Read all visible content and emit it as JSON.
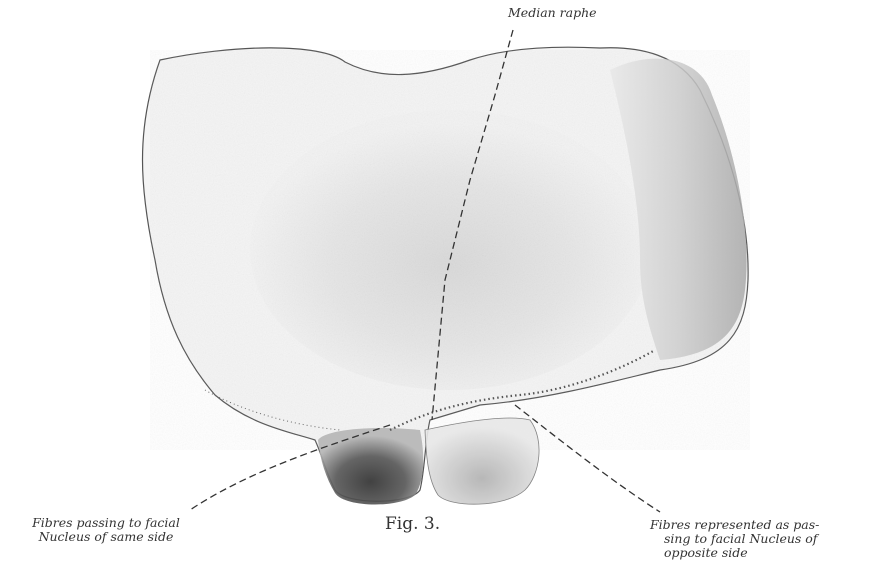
{
  "labels": {
    "median_raphe": "Median raphe",
    "left_line1": "Fibres passing to facial",
    "left_line2": "Nucleus of same side",
    "right_line1": "Fibres represented as pas-",
    "right_line2": "sing to facial Nucleus of",
    "right_line3": "opposite side"
  },
  "caption": "Fig. 3."
}
